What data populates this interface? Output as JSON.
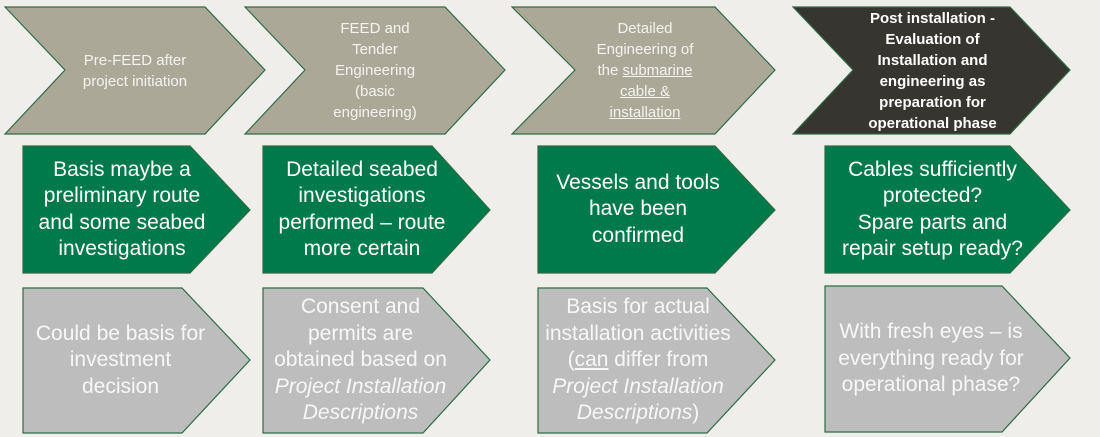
{
  "colors": {
    "background": "#efeeea",
    "phase": "#aca898",
    "phase_active": "#37352f",
    "green": "#007a4b",
    "grey": "#bdbdbd",
    "outline": "#2f6b45"
  },
  "columns": [
    {
      "phase": {
        "lines": [
          [
            {
              "t": "Pre-FEED after"
            }
          ],
          [
            {
              "t": "project initiation"
            }
          ]
        ]
      },
      "basis": {
        "lines": [
          [
            {
              "t": "Basis maybe a"
            }
          ],
          [
            {
              "t": "preliminary route"
            }
          ],
          [
            {
              "t": "and some seabed"
            }
          ],
          [
            {
              "t": "investigations"
            }
          ]
        ]
      },
      "outcome": {
        "lines": [
          [
            {
              "t": "Could be basis for"
            }
          ],
          [
            {
              "t": "investment"
            }
          ],
          [
            {
              "t": "decision"
            }
          ]
        ]
      }
    },
    {
      "phase": {
        "lines": [
          [
            {
              "t": "FEED and"
            }
          ],
          [
            {
              "t": "Tender"
            }
          ],
          [
            {
              "t": "Engineering"
            }
          ],
          [
            {
              "t": "(basic"
            }
          ],
          [
            {
              "t": "engineering)"
            }
          ]
        ]
      },
      "basis": {
        "lines": [
          [
            {
              "t": "Detailed seabed"
            }
          ],
          [
            {
              "t": "investigations"
            }
          ],
          [
            {
              "t": "performed – route"
            }
          ],
          [
            {
              "t": "more certain"
            }
          ]
        ]
      },
      "outcome": {
        "lines": [
          [
            {
              "t": "Consent and"
            }
          ],
          [
            {
              "t": "permits are"
            }
          ],
          [
            {
              "t": "obtained based on"
            }
          ],
          [
            {
              "t": "Project Installation",
              "i": true
            }
          ],
          [
            {
              "t": "Descriptions",
              "i": true
            }
          ]
        ]
      }
    },
    {
      "phase": {
        "lines": [
          [
            {
              "t": "Detailed"
            }
          ],
          [
            {
              "t": "Engineering of"
            }
          ],
          [
            {
              "t": "the "
            },
            {
              "t": "submarine",
              "u": true
            }
          ],
          [
            {
              "t": "cable &",
              "u": true
            }
          ],
          [
            {
              "t": "installation",
              "u": true
            }
          ]
        ]
      },
      "basis": {
        "lines": [
          [
            {
              "t": "Vessels and tools"
            }
          ],
          [
            {
              "t": "have been"
            }
          ],
          [
            {
              "t": "confirmed"
            }
          ]
        ]
      },
      "outcome": {
        "lines": [
          [
            {
              "t": "Basis for actual"
            }
          ],
          [
            {
              "t": "installation activities"
            }
          ],
          [
            {
              "t": "("
            },
            {
              "t": "can",
              "u": true
            },
            {
              "t": " differ from"
            }
          ],
          [
            {
              "t": "Project Installation",
              "i": true
            }
          ],
          [
            {
              "t": "Descriptions",
              "i": true
            },
            {
              "t": ")"
            }
          ]
        ]
      }
    },
    {
      "phase": {
        "lines": [
          [
            {
              "t": "Post installation -"
            }
          ],
          [
            {
              "t": "Evaluation of"
            }
          ],
          [
            {
              "t": "Installation and"
            }
          ],
          [
            {
              "t": "engineering as"
            }
          ],
          [
            {
              "t": "preparation for"
            }
          ],
          [
            {
              "t": "operational phase"
            }
          ]
        ]
      },
      "basis": {
        "lines": [
          [
            {
              "t": "Cables sufficiently"
            }
          ],
          [
            {
              "t": "protected?"
            }
          ],
          [
            {
              "t": "Spare parts and"
            }
          ],
          [
            {
              "t": "repair setup ready?"
            }
          ]
        ]
      },
      "outcome": {
        "lines": [
          [
            {
              "t": "With fresh eyes – is"
            }
          ],
          [
            {
              "t": "everything ready for"
            }
          ],
          [
            {
              "t": "operational phase?"
            }
          ]
        ]
      }
    }
  ]
}
